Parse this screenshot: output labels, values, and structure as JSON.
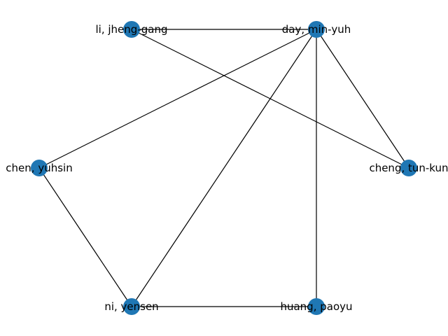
{
  "graph": {
    "node_color": "#1f77b4",
    "edge_color": "#000000",
    "nodes": [
      {
        "id": "li",
        "label": "li, jheng-gang"
      },
      {
        "id": "day",
        "label": "day, min-yuh"
      },
      {
        "id": "chen",
        "label": "chen, yuhsin"
      },
      {
        "id": "cheng",
        "label": "cheng, tun-kun"
      },
      {
        "id": "ni",
        "label": "ni, yensen"
      },
      {
        "id": "huang",
        "label": "huang, paoyu"
      }
    ],
    "edges": [
      [
        "li",
        "day"
      ],
      [
        "li",
        "cheng"
      ],
      [
        "day",
        "chen"
      ],
      [
        "day",
        "ni"
      ],
      [
        "day",
        "huang"
      ],
      [
        "day",
        "cheng"
      ],
      [
        "chen",
        "ni"
      ],
      [
        "ni",
        "huang"
      ]
    ]
  }
}
